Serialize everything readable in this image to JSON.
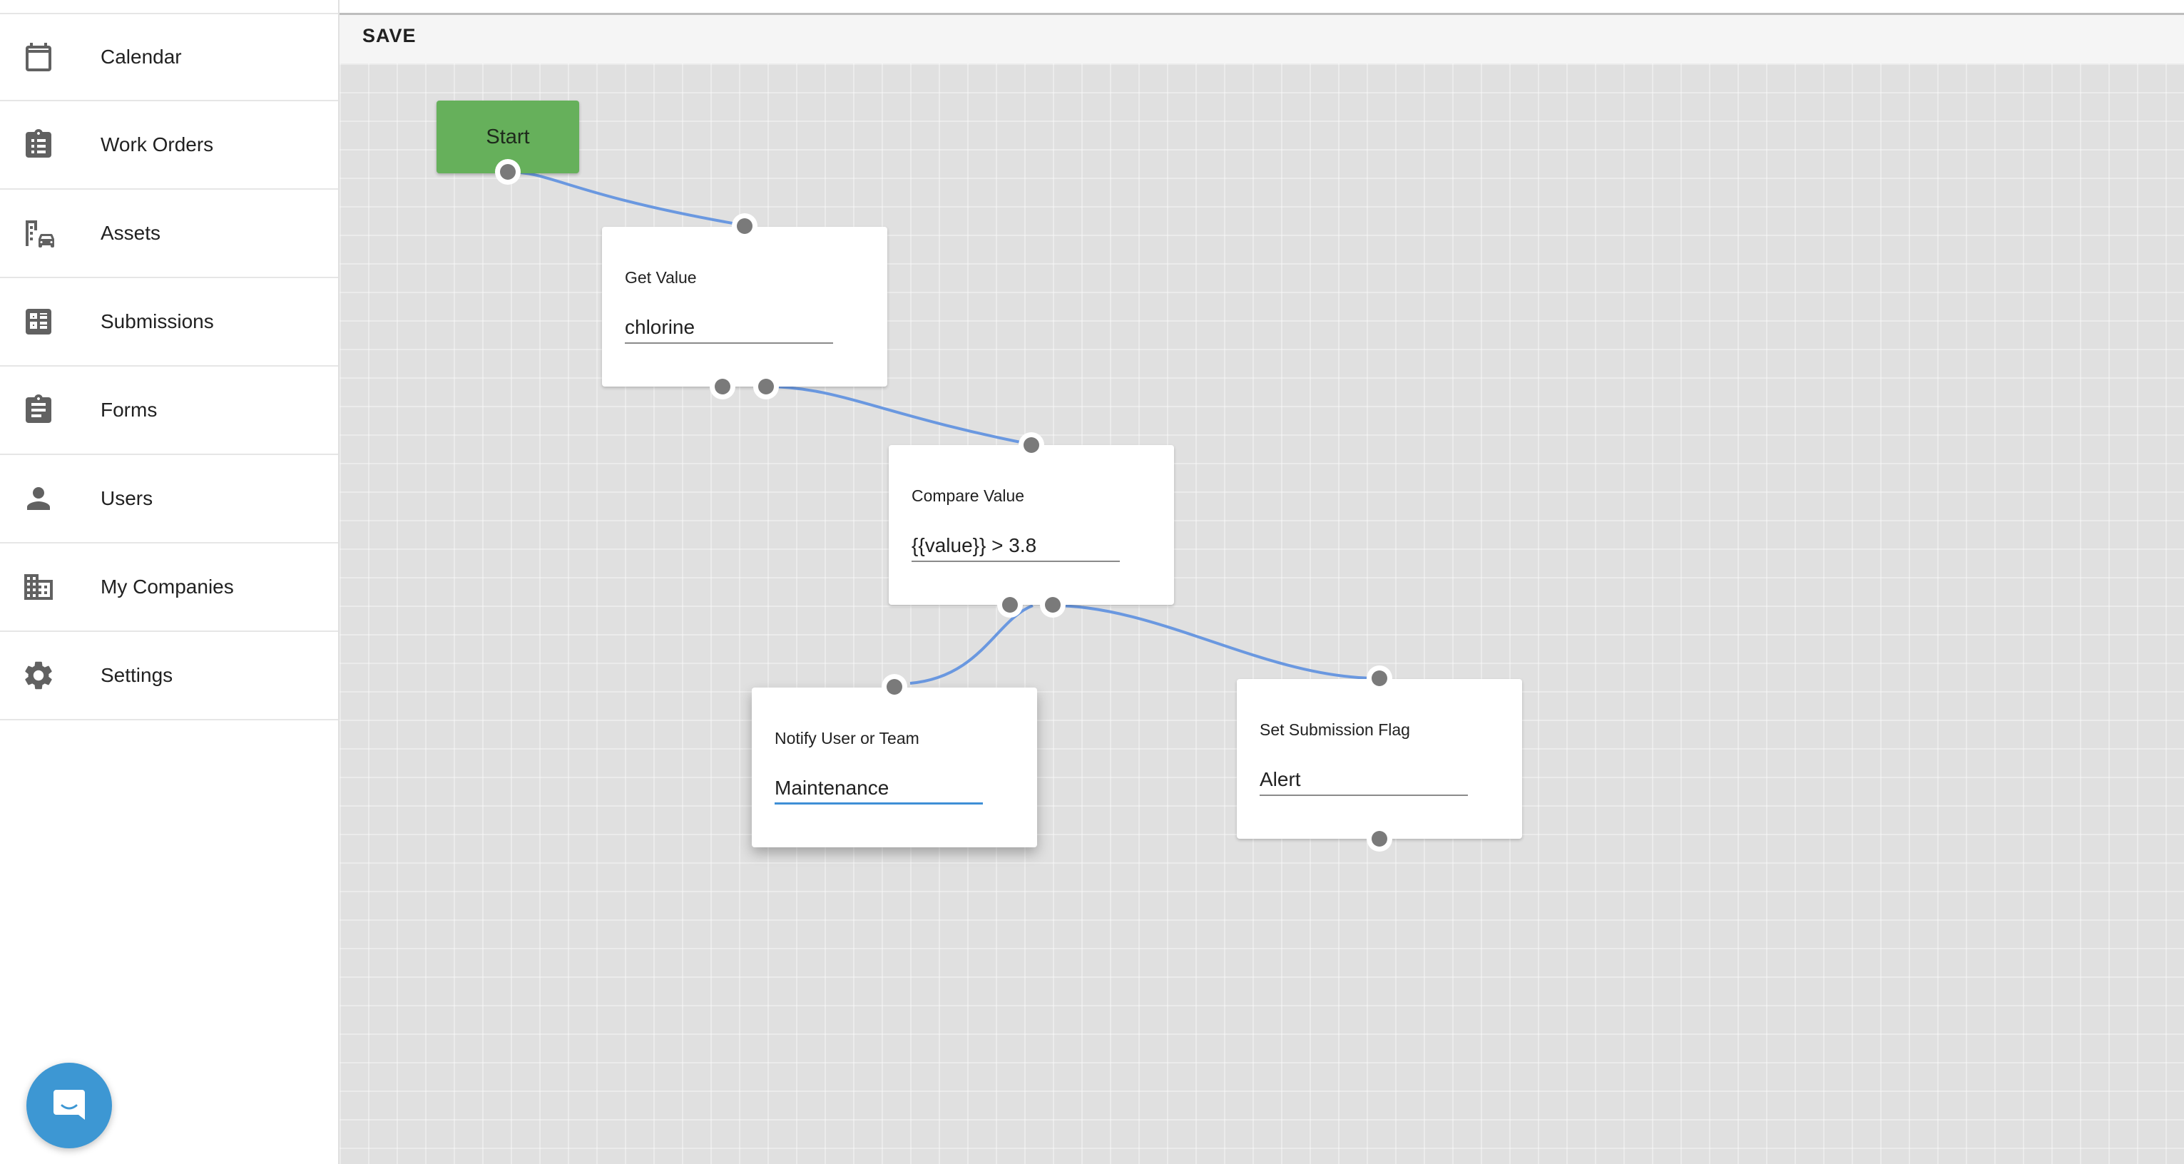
{
  "sidebar": {
    "items": [
      {
        "label": "Calendar",
        "icon": "calendar-icon"
      },
      {
        "label": "Work Orders",
        "icon": "clipboard-list-icon"
      },
      {
        "label": "Assets",
        "icon": "buildings-car-icon"
      },
      {
        "label": "Submissions",
        "icon": "list-checks-icon"
      },
      {
        "label": "Forms",
        "icon": "clipboard-text-icon"
      },
      {
        "label": "Users",
        "icon": "person-icon"
      },
      {
        "label": "My Companies",
        "icon": "building-icon"
      },
      {
        "label": "Settings",
        "icon": "gear-icon"
      }
    ]
  },
  "toolbar": {
    "save_label": "SAVE"
  },
  "workflow": {
    "start": {
      "label": "Start"
    },
    "nodes": [
      {
        "id": "get-value",
        "title": "Get Value",
        "value": "chlorine"
      },
      {
        "id": "compare-value",
        "title": "Compare Value",
        "value": "{{value}} > 3.8"
      },
      {
        "id": "notify",
        "title": "Notify User or Team",
        "value": "Maintenance"
      },
      {
        "id": "set-flag",
        "title": "Set Submission Flag",
        "value": "Alert"
      }
    ]
  },
  "colors": {
    "start_node": "#66b05b",
    "edge": "#6a98e0",
    "active_input": "#3f8fd6",
    "chat_launcher": "#3d97d3"
  }
}
